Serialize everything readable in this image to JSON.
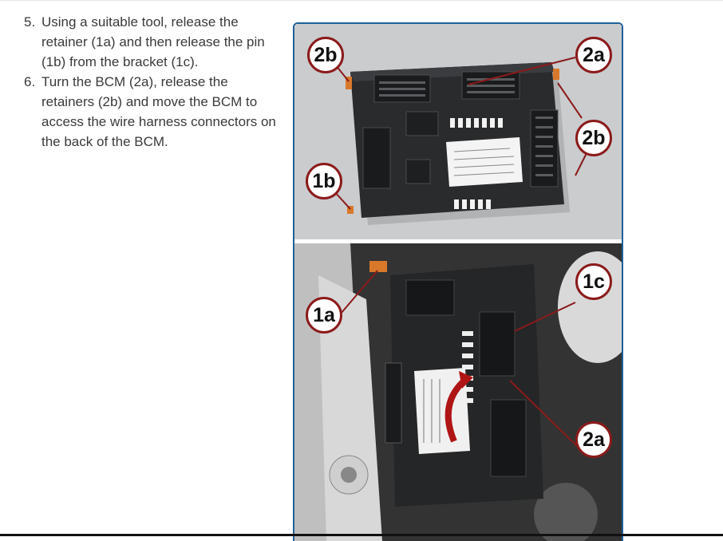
{
  "steps": [
    {
      "number": "5.",
      "text": "Using a suitable tool, release the retainer (1a) and then release the pin (1b) from the bracket (1c)."
    },
    {
      "number": "6.",
      "text": "Turn the BCM (2a), release the retainers (2b) and move the BCM to access the wire harness connectors on the back of the BCM."
    }
  ],
  "figure": {
    "callouts": {
      "top_2b_left": "2b",
      "top_2a": "2a",
      "top_2b_right": "2b",
      "top_1b": "1b",
      "bottom_1a": "1a",
      "bottom_1c": "1c",
      "bottom_2a": "2a"
    }
  },
  "colors": {
    "frame": "#1f5f9a",
    "callout_ring": "#8b1a1a",
    "leader_line": "#8b1a1a",
    "retainer": "#d8782a"
  }
}
